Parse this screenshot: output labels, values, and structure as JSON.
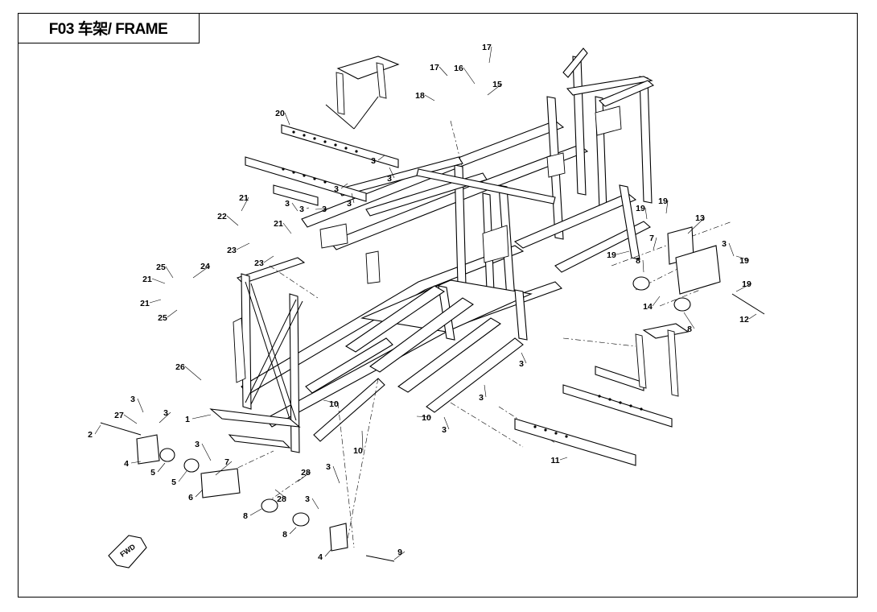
{
  "header": {
    "title": "F03 车架/ FRAME"
  },
  "fwd_label": "FWD",
  "callouts": [
    {
      "n": "1"
    },
    {
      "n": "2"
    },
    {
      "n": "3"
    },
    {
      "n": "3"
    },
    {
      "n": "3"
    },
    {
      "n": "3"
    },
    {
      "n": "3"
    },
    {
      "n": "3"
    },
    {
      "n": "3"
    },
    {
      "n": "3"
    },
    {
      "n": "3"
    },
    {
      "n": "3"
    },
    {
      "n": "3"
    },
    {
      "n": "3"
    },
    {
      "n": "3"
    },
    {
      "n": "3"
    },
    {
      "n": "3"
    },
    {
      "n": "3"
    },
    {
      "n": "4"
    },
    {
      "n": "4"
    },
    {
      "n": "5"
    },
    {
      "n": "5"
    },
    {
      "n": "6"
    },
    {
      "n": "7"
    },
    {
      "n": "7"
    },
    {
      "n": "8"
    },
    {
      "n": "8"
    },
    {
      "n": "8"
    },
    {
      "n": "8"
    },
    {
      "n": "9"
    },
    {
      "n": "10"
    },
    {
      "n": "10"
    },
    {
      "n": "10"
    },
    {
      "n": "11"
    },
    {
      "n": "12"
    },
    {
      "n": "13"
    },
    {
      "n": "14"
    },
    {
      "n": "15"
    },
    {
      "n": "16"
    },
    {
      "n": "17"
    },
    {
      "n": "17"
    },
    {
      "n": "18"
    },
    {
      "n": "19"
    },
    {
      "n": "19"
    },
    {
      "n": "19"
    },
    {
      "n": "19"
    },
    {
      "n": "19"
    },
    {
      "n": "20"
    },
    {
      "n": "21"
    },
    {
      "n": "21"
    },
    {
      "n": "21"
    },
    {
      "n": "21"
    },
    {
      "n": "22"
    },
    {
      "n": "23"
    },
    {
      "n": "23"
    },
    {
      "n": "24"
    },
    {
      "n": "25"
    },
    {
      "n": "25"
    },
    {
      "n": "26"
    },
    {
      "n": "27"
    },
    {
      "n": "28"
    },
    {
      "n": "28"
    }
  ]
}
